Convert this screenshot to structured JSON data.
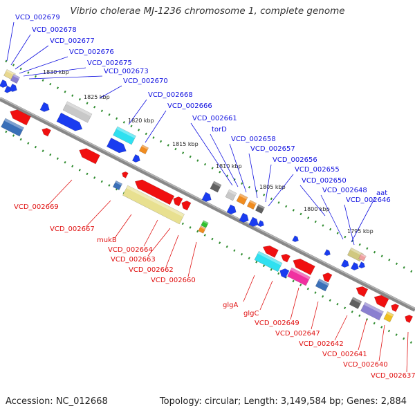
{
  "title": "Vibrio cholerae MJ-1236 chromosome 1, complete genome",
  "footer": {
    "accession": "Accession: NC_012668",
    "info": "Topology: circular; Length: 3,149,584 bp; Genes: 2,884"
  },
  "colors": {
    "forward_label": "#1010e0",
    "reverse_label": "#e01010",
    "backbone": "#888888",
    "tick": "#2e8b2e"
  },
  "scale_ticks": [
    "1830 kbp",
    "1825 kbp",
    "1820 kbp",
    "1815 kbp",
    "1810 kbp",
    "1805 kbp",
    "1800 kbp",
    "1795 kbp"
  ],
  "forward_labels": [
    "VCD_002679",
    "VCD_002678",
    "VCD_002677",
    "VCD_002676",
    "VCD_002675",
    "VCD_002673",
    "VCD_002670",
    "VCD_002668",
    "VCD_002666",
    "VCD_002661",
    "torD",
    "VCD_002658",
    "VCD_002657",
    "VCD_002656",
    "VCD_002655",
    "VCD_002650",
    "VCD_002648",
    "aat",
    "VCD_002646"
  ],
  "reverse_labels": [
    "VCD_002669",
    "VCD_002667",
    "mukB",
    "VCD_002664",
    "VCD_002663",
    "VCD_002662",
    "VCD_002660",
    "glgA",
    "glgC",
    "VCD_002649",
    "VCD_002647",
    "VCD_002642",
    "VCD_002641",
    "VCD_002640",
    "VCD_002637"
  ]
}
